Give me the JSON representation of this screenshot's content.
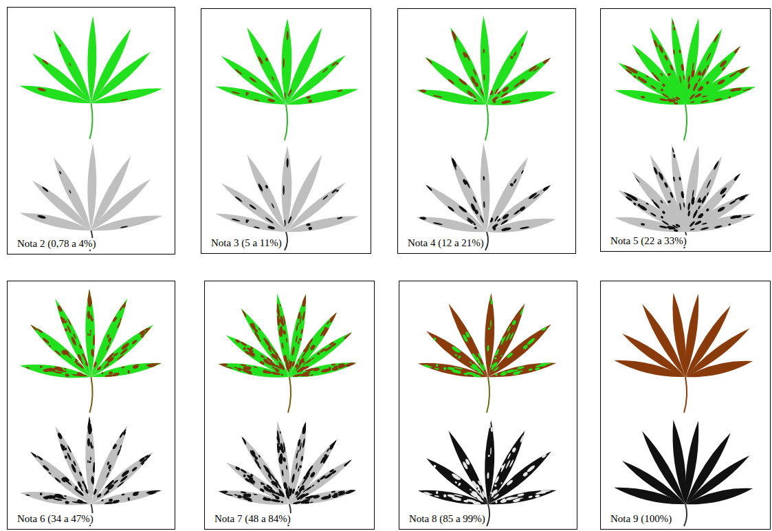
{
  "diagram": {
    "nodes": [
      {
        "text": [
          "Nota 2 (0,78 a 4%)"
        ]
      },
      {
        "text": [
          "Nota 3 (5 a 11%)"
        ]
      },
      {
        "text": [
          "Nota 4 (12 a 21%)"
        ]
      },
      {
        "text": [
          "Nota 5 (22 a 33%)"
        ]
      },
      {
        "text": [
          "Nota 6 (34 a 47%)"
        ]
      },
      {
        "text": [
          "Nota 7 (48 a 84%)"
        ]
      },
      {
        "text": [
          "Nota 8 (85 a 99%)"
        ]
      },
      {
        "text": [
          "Nota 9 (100%)"
        ]
      }
    ]
  }
}
